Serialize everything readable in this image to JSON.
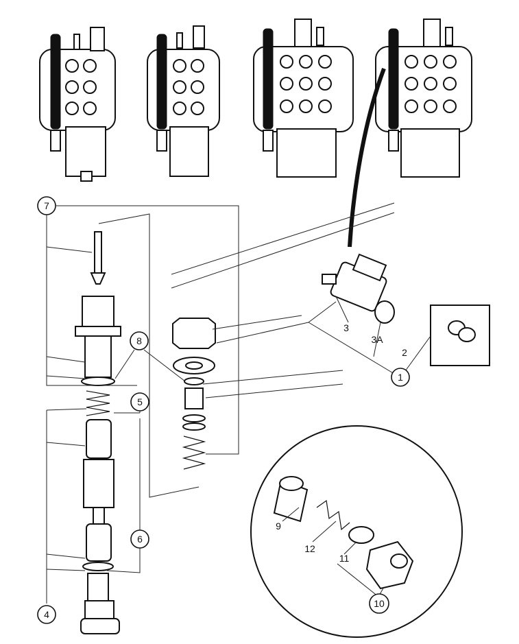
{
  "callouts": {
    "c1": "1",
    "c4": "4",
    "c5": "5",
    "c6": "6",
    "c7": "7",
    "c8": "8",
    "c10": "10"
  },
  "labels": {
    "l2": "2",
    "l3": "3",
    "l3a": "3A",
    "l9": "9",
    "l11": "11",
    "l12": "12"
  }
}
